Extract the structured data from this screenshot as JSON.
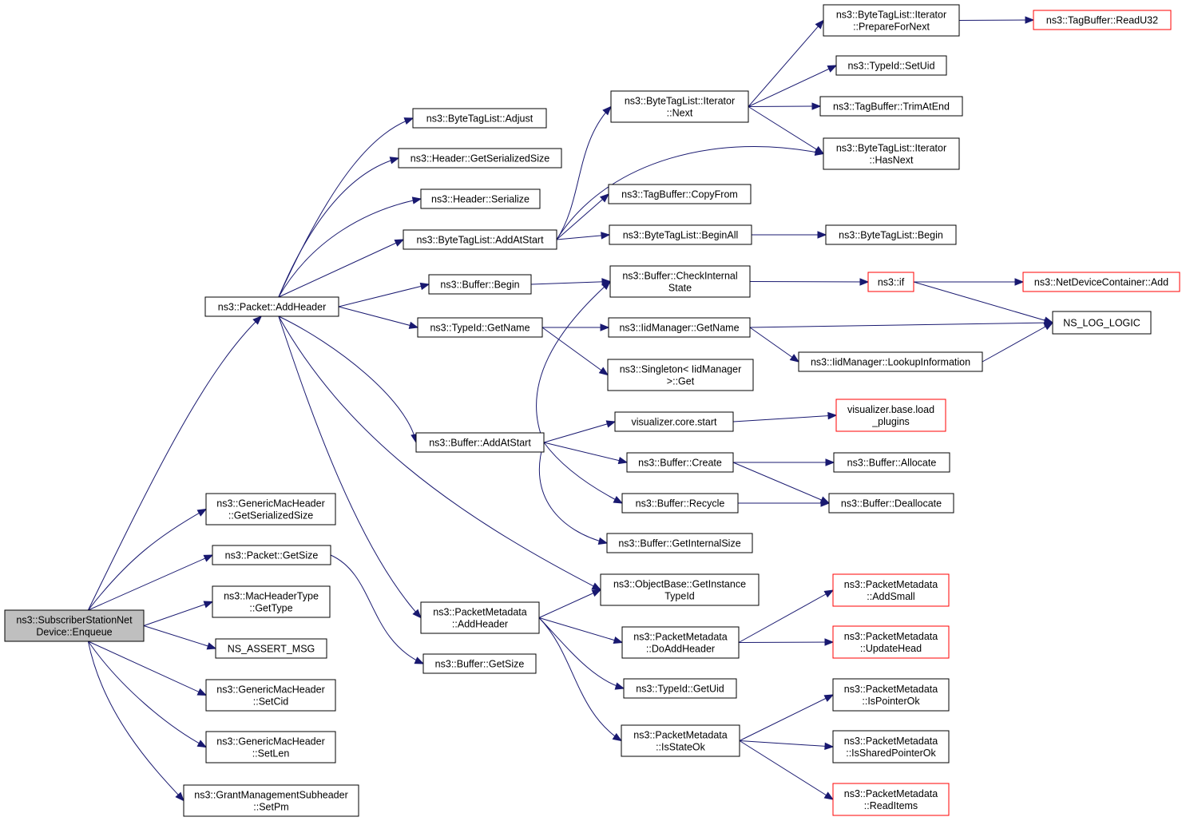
{
  "graph": {
    "title": "",
    "colors": {
      "edge": "#191970",
      "root_fill": "#bfbfbf",
      "node_border": "#000000",
      "truncated_border": "#ff0000"
    },
    "nodes": {
      "enqueue": {
        "lines": [
          "ns3::SubscriberStationNet",
          "Device::Enqueue"
        ],
        "root": true
      },
      "pkt_addheader": {
        "lines": [
          "ns3::Packet::AddHeader"
        ]
      },
      "gmh_getsersize": {
        "lines": [
          "ns3::GenericMacHeader",
          "::GetSerializedSize"
        ]
      },
      "pkt_getsize": {
        "lines": [
          "ns3::Packet::GetSize"
        ]
      },
      "mht_gettype": {
        "lines": [
          "ns3::MacHeaderType",
          "::GetType"
        ]
      },
      "ns_assert_msg": {
        "lines": [
          "NS_ASSERT_MSG"
        ]
      },
      "gmh_setcid": {
        "lines": [
          "ns3::GenericMacHeader",
          "::SetCid"
        ]
      },
      "gmh_setlen": {
        "lines": [
          "ns3::GenericMacHeader",
          "::SetLen"
        ]
      },
      "gms_setpm": {
        "lines": [
          "ns3::GrantManagementSubheader",
          "::SetPm"
        ]
      },
      "btl_adjust": {
        "lines": [
          "ns3::ByteTagList::Adjust"
        ]
      },
      "hdr_getsersize": {
        "lines": [
          "ns3::Header::GetSerializedSize"
        ]
      },
      "hdr_serialize": {
        "lines": [
          "ns3::Header::Serialize"
        ]
      },
      "btl_addatstart": {
        "lines": [
          "ns3::ByteTagList::AddAtStart"
        ]
      },
      "buf_begin": {
        "lines": [
          "ns3::Buffer::Begin"
        ]
      },
      "tid_getname": {
        "lines": [
          "ns3::TypeId::GetName"
        ]
      },
      "buf_addatstart": {
        "lines": [
          "ns3::Buffer::AddAtStart"
        ]
      },
      "pm_addheader": {
        "lines": [
          "ns3::PacketMetadata",
          "::AddHeader"
        ]
      },
      "buf_getsize": {
        "lines": [
          "ns3::Buffer::GetSize"
        ]
      },
      "btli_next": {
        "lines": [
          "ns3::ByteTagList::Iterator",
          "::Next"
        ]
      },
      "tb_copyfrom": {
        "lines": [
          "ns3::TagBuffer::CopyFrom"
        ]
      },
      "btl_beginall": {
        "lines": [
          "ns3::ByteTagList::BeginAll"
        ]
      },
      "buf_checkint": {
        "lines": [
          "ns3::Buffer::CheckInternal",
          "State"
        ]
      },
      "iidm_getname": {
        "lines": [
          "ns3::IidManager::GetName"
        ]
      },
      "singleton_get": {
        "lines": [
          "ns3::Singleton< IidManager",
          ">::Get"
        ]
      },
      "viz_core_start": {
        "lines": [
          "visualizer.core.start"
        ]
      },
      "buf_create": {
        "lines": [
          "ns3::Buffer::Create"
        ]
      },
      "buf_recycle": {
        "lines": [
          "ns3::Buffer::Recycle"
        ]
      },
      "buf_getintsize": {
        "lines": [
          "ns3::Buffer::GetInternalSize"
        ]
      },
      "ob_getinsttid": {
        "lines": [
          "ns3::ObjectBase::GetInstance",
          "TypeId"
        ]
      },
      "pm_doaddheader": {
        "lines": [
          "ns3::PacketMetadata",
          "::DoAddHeader"
        ]
      },
      "tid_getuid": {
        "lines": [
          "ns3::TypeId::GetUid"
        ]
      },
      "pm_isstateok": {
        "lines": [
          "ns3::PacketMetadata",
          "::IsStateOk"
        ]
      },
      "btli_prepare": {
        "lines": [
          "ns3::ByteTagList::Iterator",
          "::PrepareForNext"
        ]
      },
      "tid_setuid": {
        "lines": [
          "ns3::TypeId::SetUid"
        ]
      },
      "tb_trimatend": {
        "lines": [
          "ns3::TagBuffer::TrimAtEnd"
        ]
      },
      "btli_hasnext": {
        "lines": [
          "ns3::ByteTagList::Iterator",
          "::HasNext"
        ]
      },
      "btl_begin": {
        "lines": [
          "ns3::ByteTagList::Begin"
        ]
      },
      "ns3_if": {
        "lines": [
          "ns3::if"
        ],
        "truncated": true
      },
      "iidm_lookup": {
        "lines": [
          "ns3::IidManager::LookupInformation"
        ]
      },
      "viz_load_plugins": {
        "lines": [
          "visualizer.base.load",
          "_plugins"
        ],
        "truncated": true
      },
      "buf_allocate": {
        "lines": [
          "ns3::Buffer::Allocate"
        ]
      },
      "buf_deallocate": {
        "lines": [
          "ns3::Buffer::Deallocate"
        ]
      },
      "pm_addsmall": {
        "lines": [
          "ns3::PacketMetadata",
          "::AddSmall"
        ],
        "truncated": true
      },
      "pm_updatehead": {
        "lines": [
          "ns3::PacketMetadata",
          "::UpdateHead"
        ],
        "truncated": true
      },
      "pm_ispointerok": {
        "lines": [
          "ns3::PacketMetadata",
          "::IsPointerOk"
        ]
      },
      "pm_issharedptrok": {
        "lines": [
          "ns3::PacketMetadata",
          "::IsSharedPointerOk"
        ]
      },
      "pm_readitems": {
        "lines": [
          "ns3::PacketMetadata",
          "::ReadItems"
        ],
        "truncated": true
      },
      "tb_readu32": {
        "lines": [
          "ns3::TagBuffer::ReadU32"
        ],
        "truncated": true
      },
      "ndc_add": {
        "lines": [
          "ns3::NetDeviceContainer::Add"
        ],
        "truncated": true
      },
      "ns_log_logic": {
        "lines": [
          "NS_LOG_LOGIC"
        ]
      }
    },
    "edges": [
      [
        "enqueue",
        "pkt_addheader"
      ],
      [
        "enqueue",
        "gmh_getsersize"
      ],
      [
        "enqueue",
        "pkt_getsize"
      ],
      [
        "enqueue",
        "mht_gettype"
      ],
      [
        "enqueue",
        "ns_assert_msg"
      ],
      [
        "enqueue",
        "gmh_setcid"
      ],
      [
        "enqueue",
        "gmh_setlen"
      ],
      [
        "enqueue",
        "gms_setpm"
      ],
      [
        "pkt_addheader",
        "btl_adjust"
      ],
      [
        "pkt_addheader",
        "hdr_getsersize"
      ],
      [
        "pkt_addheader",
        "hdr_serialize"
      ],
      [
        "pkt_addheader",
        "btl_addatstart"
      ],
      [
        "pkt_addheader",
        "buf_begin"
      ],
      [
        "pkt_addheader",
        "tid_getname"
      ],
      [
        "pkt_addheader",
        "buf_addatstart"
      ],
      [
        "pkt_addheader",
        "pm_addheader"
      ],
      [
        "pkt_addheader",
        "ob_getinsttid"
      ],
      [
        "pkt_getsize",
        "buf_getsize"
      ],
      [
        "btl_addatstart",
        "btli_next"
      ],
      [
        "btl_addatstart",
        "btli_hasnext"
      ],
      [
        "btl_addatstart",
        "tb_copyfrom"
      ],
      [
        "btl_addatstart",
        "btl_beginall"
      ],
      [
        "buf_begin",
        "buf_checkint"
      ],
      [
        "tid_getname",
        "iidm_getname"
      ],
      [
        "tid_getname",
        "singleton_get"
      ],
      [
        "buf_addatstart",
        "buf_checkint"
      ],
      [
        "buf_addatstart",
        "viz_core_start"
      ],
      [
        "buf_addatstart",
        "buf_create"
      ],
      [
        "buf_addatstart",
        "buf_recycle"
      ],
      [
        "buf_addatstart",
        "buf_getintsize"
      ],
      [
        "pm_addheader",
        "ob_getinsttid"
      ],
      [
        "pm_addheader",
        "pm_doaddheader"
      ],
      [
        "pm_addheader",
        "tid_getuid"
      ],
      [
        "pm_addheader",
        "pm_isstateok"
      ],
      [
        "btli_next",
        "btli_prepare"
      ],
      [
        "btli_next",
        "tid_setuid"
      ],
      [
        "btli_next",
        "tb_trimatend"
      ],
      [
        "btli_next",
        "btli_hasnext"
      ],
      [
        "btli_prepare",
        "tb_readu32"
      ],
      [
        "btl_beginall",
        "btl_begin"
      ],
      [
        "buf_checkint",
        "ns3_if"
      ],
      [
        "ns3_if",
        "ndc_add"
      ],
      [
        "ns3_if",
        "ns_log_logic"
      ],
      [
        "iidm_getname",
        "ns_log_logic"
      ],
      [
        "iidm_getname",
        "iidm_lookup"
      ],
      [
        "iidm_lookup",
        "ns_log_logic"
      ],
      [
        "viz_core_start",
        "viz_load_plugins"
      ],
      [
        "buf_create",
        "buf_allocate"
      ],
      [
        "buf_create",
        "buf_deallocate"
      ],
      [
        "buf_recycle",
        "buf_deallocate"
      ],
      [
        "pm_doaddheader",
        "pm_addsmall"
      ],
      [
        "pm_doaddheader",
        "pm_updatehead"
      ],
      [
        "pm_isstateok",
        "pm_ispointerok"
      ],
      [
        "pm_isstateok",
        "pm_issharedptrok"
      ],
      [
        "pm_isstateok",
        "pm_readitems"
      ]
    ]
  }
}
